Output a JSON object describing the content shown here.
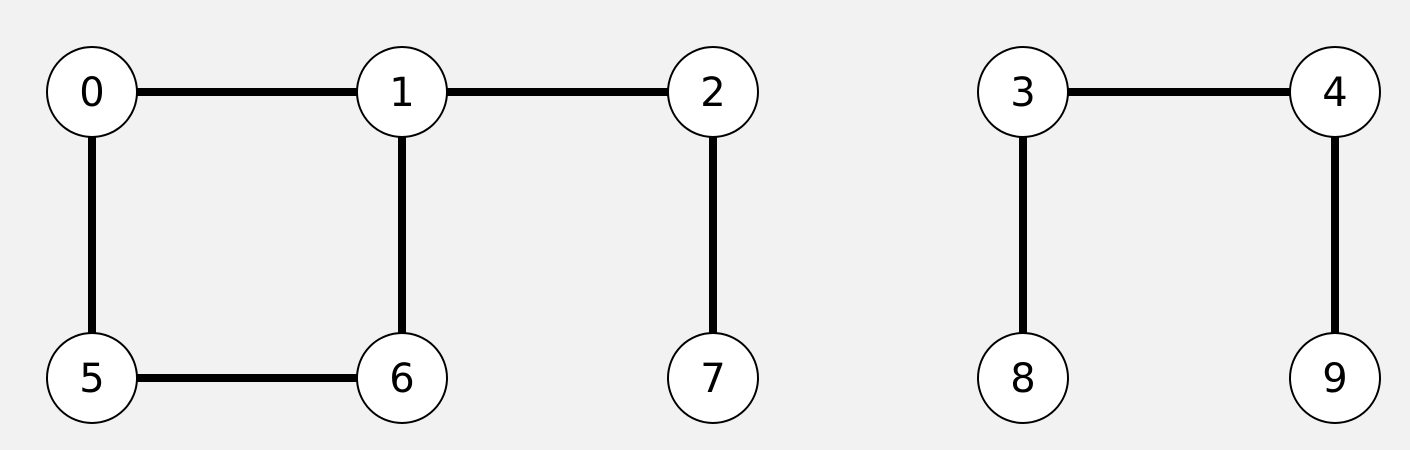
{
  "graph": {
    "nodes": [
      {
        "id": "0",
        "label": "0"
      },
      {
        "id": "1",
        "label": "1"
      },
      {
        "id": "2",
        "label": "2"
      },
      {
        "id": "3",
        "label": "3"
      },
      {
        "id": "4",
        "label": "4"
      },
      {
        "id": "5",
        "label": "5"
      },
      {
        "id": "6",
        "label": "6"
      },
      {
        "id": "7",
        "label": "7"
      },
      {
        "id": "8",
        "label": "8"
      },
      {
        "id": "9",
        "label": "9"
      }
    ],
    "edges": [
      {
        "from": "0",
        "to": "1"
      },
      {
        "from": "1",
        "to": "2"
      },
      {
        "from": "0",
        "to": "5"
      },
      {
        "from": "1",
        "to": "6"
      },
      {
        "from": "2",
        "to": "7"
      },
      {
        "from": "5",
        "to": "6"
      },
      {
        "from": "3",
        "to": "4"
      },
      {
        "from": "3",
        "to": "8"
      },
      {
        "from": "4",
        "to": "9"
      }
    ]
  }
}
